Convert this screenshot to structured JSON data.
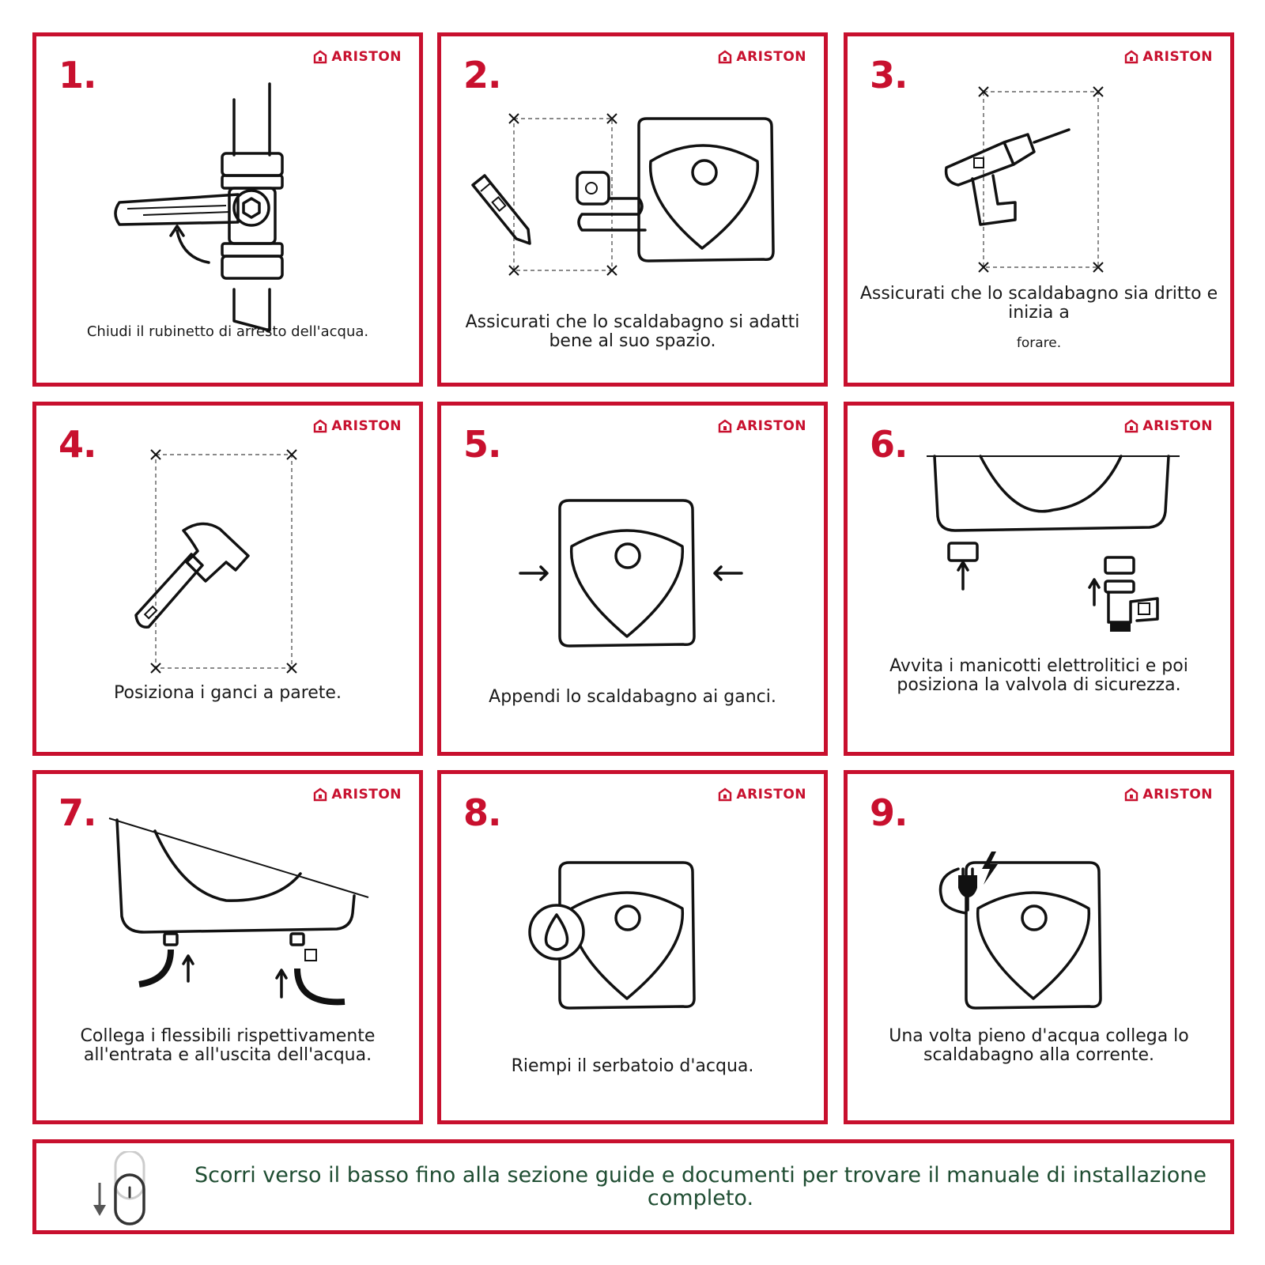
{
  "brand": "ARISTON",
  "colors": {
    "accent": "#c8102e",
    "footer_text": "#1f4d32"
  },
  "steps": [
    {
      "num": "1.",
      "caption": "Chiudi il rubinetto di arresto dell'acqua."
    },
    {
      "num": "2.",
      "caption": "Assicurati che lo scaldabagno si adatti bene al suo spazio."
    },
    {
      "num": "3.",
      "caption": "Assicurati che lo scaldabagno sia dritto e inizia a",
      "caption_sub": "forare."
    },
    {
      "num": "4.",
      "caption": "Posiziona i ganci a parete."
    },
    {
      "num": "5.",
      "caption": "Appendi lo scaldabagno ai ganci."
    },
    {
      "num": "6.",
      "caption": "Avvita i manicotti elettrolitici e poi posiziona la valvola di sicurezza."
    },
    {
      "num": "7.",
      "caption": "Collega i flessibili rispettivamente all'entrata e all'uscita dell'acqua."
    },
    {
      "num": "8.",
      "caption": "Riempi il serbatoio d'acqua."
    },
    {
      "num": "9.",
      "caption": "Una volta pieno d'acqua collega lo scaldabagno alla corrente."
    }
  ],
  "icons": [
    "ball-valve-icon",
    "tape-measure-icon",
    "pencil-icon",
    "water-heater-icon",
    "drill-icon",
    "hammer-icon",
    "fitting-icon",
    "safety-valve-icon",
    "hose-icon",
    "water-drop-icon",
    "power-plug-icon",
    "mouse-scroll-icon"
  ],
  "footer": {
    "text": "Scorri verso il basso fino alla sezione guide e documenti per trovare il manuale di installazione completo."
  }
}
